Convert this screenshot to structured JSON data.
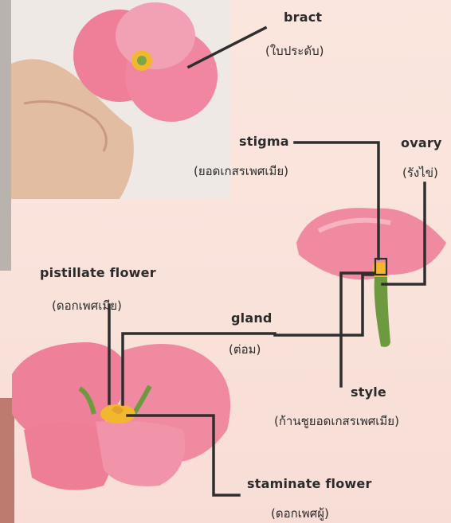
{
  "labels": {
    "bract": {
      "en": "bract",
      "th": "(ใบประดับ)"
    },
    "stigma": {
      "en": "stigma",
      "th": "(ยอดเกสรเพศเมีย)"
    },
    "ovary": {
      "en": "ovary",
      "th": "(รังไข่)"
    },
    "pistillate": {
      "en": "pistillate flower",
      "th": "(ดอกเพศเมีย)"
    },
    "gland": {
      "en": "gland",
      "th": "(ต่อม)"
    },
    "style": {
      "en": "style",
      "th": "(ก้านชูยอดเกสรเพศเมีย)"
    },
    "staminate": {
      "en": "staminate flower",
      "th": "(ดอกเพศผู้)"
    }
  },
  "colors": {
    "background": "#fbe6df",
    "petal": "#f0879f",
    "petal_light": "#f7b3c2",
    "stem": "#7aa648",
    "gland": "#f2b72e",
    "leader_line": "#2e2e2e",
    "skin": "#e8c3a8"
  }
}
